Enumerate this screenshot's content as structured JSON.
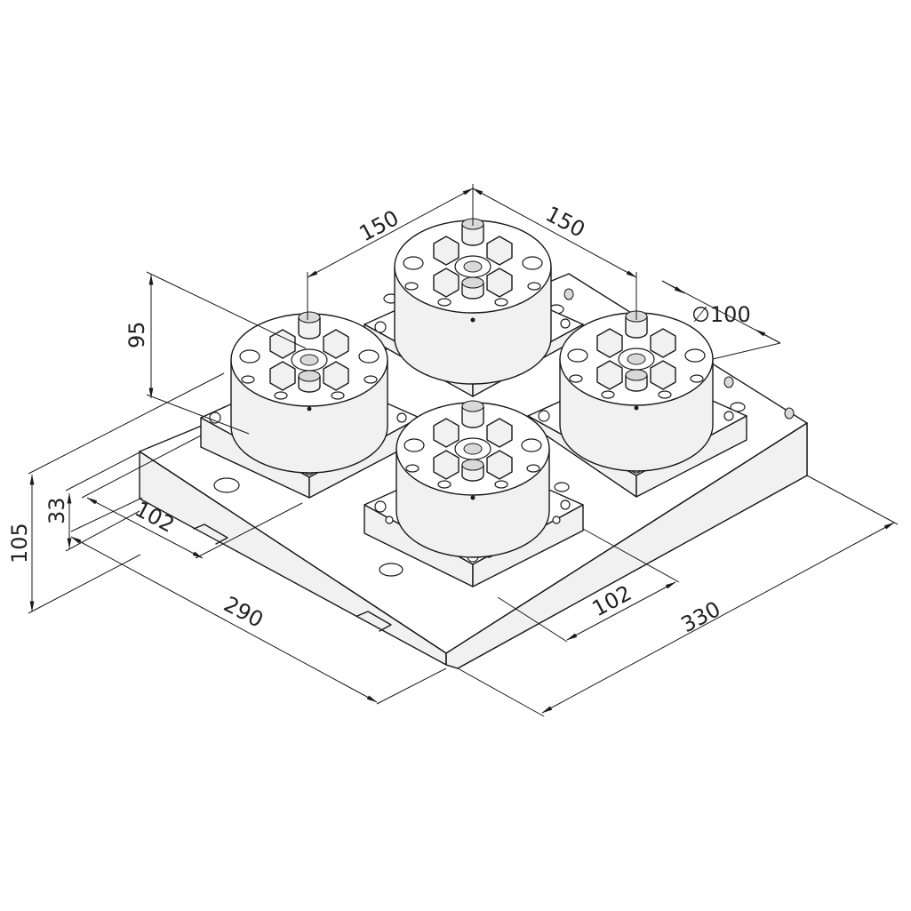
{
  "colors": {
    "line": "#1a1a1a",
    "background": "#ffffff",
    "side_face": "#f1f1f1",
    "shadow_face": "#dedede"
  },
  "dimensions": {
    "pitch_left": "150",
    "pitch_right": "150",
    "chuck_height": "95",
    "chuck_diameter": "∅100",
    "total_height": "105",
    "plate_thickness": "33",
    "mount_left": "102",
    "mount_right": "102",
    "plate_length": "290",
    "plate_width": "330"
  }
}
